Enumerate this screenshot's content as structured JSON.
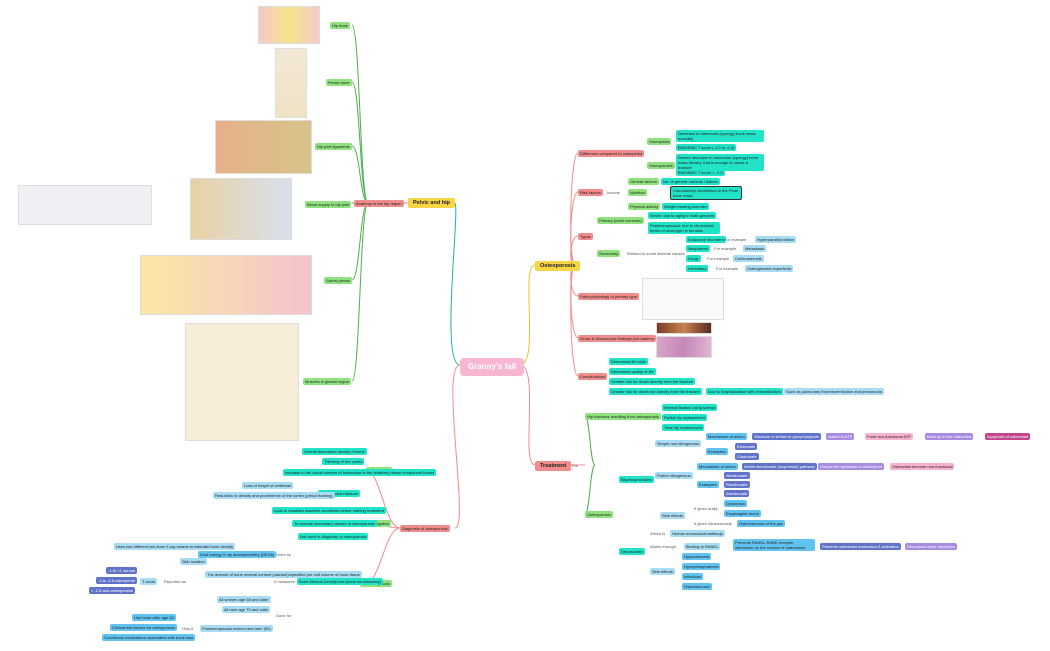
{
  "root": "Granny's fall",
  "left": {
    "pelvic": "Pelvic and hip",
    "anatomy": "Anatomy of the hip region",
    "hip_bone": "Hip bone",
    "femur": "Femur bone",
    "hip_joint": "Hip joint ligaments",
    "blood": "Blood supply to hip joint",
    "sacral": "Sacral plexus",
    "muscles": "Muscles in gluteal region",
    "diagnosis": "Diagnosis of osteoporosis",
    "radiological": "Radiological",
    "rad1": "Overall decreased density of bone",
    "rad2": "Thinning of the cortex",
    "rad3": "Increase in the visual number of trabeculae in the relatively dense component bones",
    "causes": "Causes",
    "comp": "Compression fracture",
    "cause1": "Loss of height of vertebrae",
    "cause2": "Reduction in density and prominence of the cortex (pencil framing)",
    "lab": "Lab investigation",
    "lab1": "Look to establish baseline conditions before starting treatment",
    "lab2": "To exclude secondary causes of osteoporosis",
    "lab3": "Not used in diagnosis of osteoporosis",
    "screening": "Screening tools",
    "done_by": "Done by",
    "dual": "Dual energy X ray absorptiometry (DEXA)",
    "dual1": "Uses two different low dose X-ray beams to estimate bone density",
    "dual2": "Skin location",
    "tscore": "T score",
    "reported": "Reported as",
    "tdesc": "The amount of bone mineral content (calcium)/specified per unit volume of bone tissue",
    "t1": "-1 to +1 normal",
    "t2": "-1 to -2.5 osteopenia",
    "t3": "< -2.5 and osteoporosis",
    "bone_health": "Bone Mineral Density test (bone densitometry)",
    "it_measures": "It measures",
    "done_for": "Done for",
    "f1": "All women age 65 and older",
    "f2": "All men age 70 and older",
    "only_if": "Only if",
    "pm": "Postmenopausal women and men (50)",
    "o1": "Had bone after age 50",
    "o2": "Clinical risk factors for osteoporosis",
    "o3": "Conditions/ medications associated with bone loss"
  },
  "right": {
    "osteo": "Osteoporosis",
    "diff": "Difference compared to osteopenia",
    "osteopenia": "Osteopenia",
    "d1": "Decrease in trabecular (spongy) bone mass normally",
    "d2": "BMD/BMC T score (-1.0 to -2.5)",
    "osteoporosis": "Osteoporosis",
    "d3": "Severe decrease in trabecular (spongy) bone mass density, that is enough to cause a fracture",
    "d4": "BMD/BMC T score < -2.5",
    "risk": "Risk factors",
    "include": "Include",
    "genetic": "Genetic factors",
    "gen1": "No. of genetic variants / Alleles",
    "nutrition": "Nutrition",
    "nut1": "Cumulatively contributes to the Peak bone mass",
    "physical": "Physical activity",
    "phys1": "Weight bearing exercise",
    "types": "Types",
    "primary": "Primary (most common)",
    "p1": "Senile: due to aging in both genders",
    "p2": "Postmenopausal: due to diminished levels of oestrogen in females",
    "secondary": "Secondary",
    "related": "Related to some skeletal causes",
    "s1": "Endocrine disorders",
    "s1ex": "For example",
    "s1v": "Hyperparathyroidism",
    "s2": "Neoplasms",
    "s2ex": "For example",
    "s2v": "Metastasis",
    "s3": "Drugs",
    "s3ex": "For example",
    "s3v": "Corticosteroids",
    "s4": "Hereditary",
    "s4ex": "For example",
    "s4v": "Osteogenesis imperfecta",
    "patho": "Pathophysiology of primary type",
    "gross": "Gross & Microscopic findings (cut bakers)",
    "complications": "Complications",
    "c1": "Decreased life style",
    "c2": "Decreased quality of life",
    "c3": "Greater risk for death directly from the fracture",
    "c4": "Greater risk for death not directly from the fracture",
    "c4a": "Due to hospitalization with immobilization",
    "c4b": "Such as pulmonary thromboembolism and pneumonia",
    "treatment": "Treatment",
    "for": "For",
    "hip_frac": "Hip fractures resulting from osteoporosis",
    "h1": "Internal fixation using screws",
    "h2": "Partial hip replacement",
    "h3": "Total hip replacement",
    "osteoporosis2": "Osteoporosis",
    "bisph": "Bisphosphonates",
    "simple": "Simple non nitrogenous",
    "mech1": "Mechanism of action",
    "mech1a": "Structure is similar to pyrophosphate",
    "mech1b": "Added to ATP",
    "mech1c": "Form non-functional ATP",
    "mech1d": "Build up in the osteoclast",
    "mech1e": "Apoptosis of osteoclast",
    "examples": "Examples",
    "ex1": "Etidronate",
    "ex2": "Clodronate",
    "potent": "Potent nitrogenous",
    "mech2": "Mechanism of action",
    "mech2a": "Inhibit mevalonate (isoprenoid) pathway",
    "mech2b": "Disrupt the synthesis of cholesterol",
    "mech2c": "Osteoclast become non-functional",
    "examples2": "Examples",
    "ex3": "Alendronate",
    "ex4": "Risedronate",
    "ex5": "Ibandronate",
    "side": "Side effects",
    "if_oral": "If given orally",
    "se1": "Dyspepsia",
    "se2": "Esophageal ulcers",
    "if_iv": "If given intravenously",
    "se3": "Osteonecrosis of the jaw",
    "denosumab": "Denosumab",
    "which_is": "Which is",
    "hmab": "Human monoclonal antibody",
    "works": "Works through",
    "bind": "Binding to RANKL",
    "prevent": "Prevents RANKL-RANK receptor interaction on the surface of osteoclasts",
    "prevent2": "Prevents osteoclast maturation & activation",
    "bone_res": "Decreased bone resorption",
    "side2": "Side effects",
    "sd1": "Hypocalcemia",
    "sd2": "Hypophosphatemia",
    "sd3": "Infections",
    "sd4": "Osteonecrosis"
  },
  "colors": {
    "root": "#f7b6d2",
    "branch_red": "#f08c8c",
    "branch_yellow": "#f7d545",
    "green": "#8fe27e",
    "cyan": "#21e3c8",
    "blue": "#61c4f0",
    "navy": "#5f74c9",
    "purple": "#a68be0",
    "pink": "#f7b2cf",
    "magenta": "#c2468e"
  }
}
